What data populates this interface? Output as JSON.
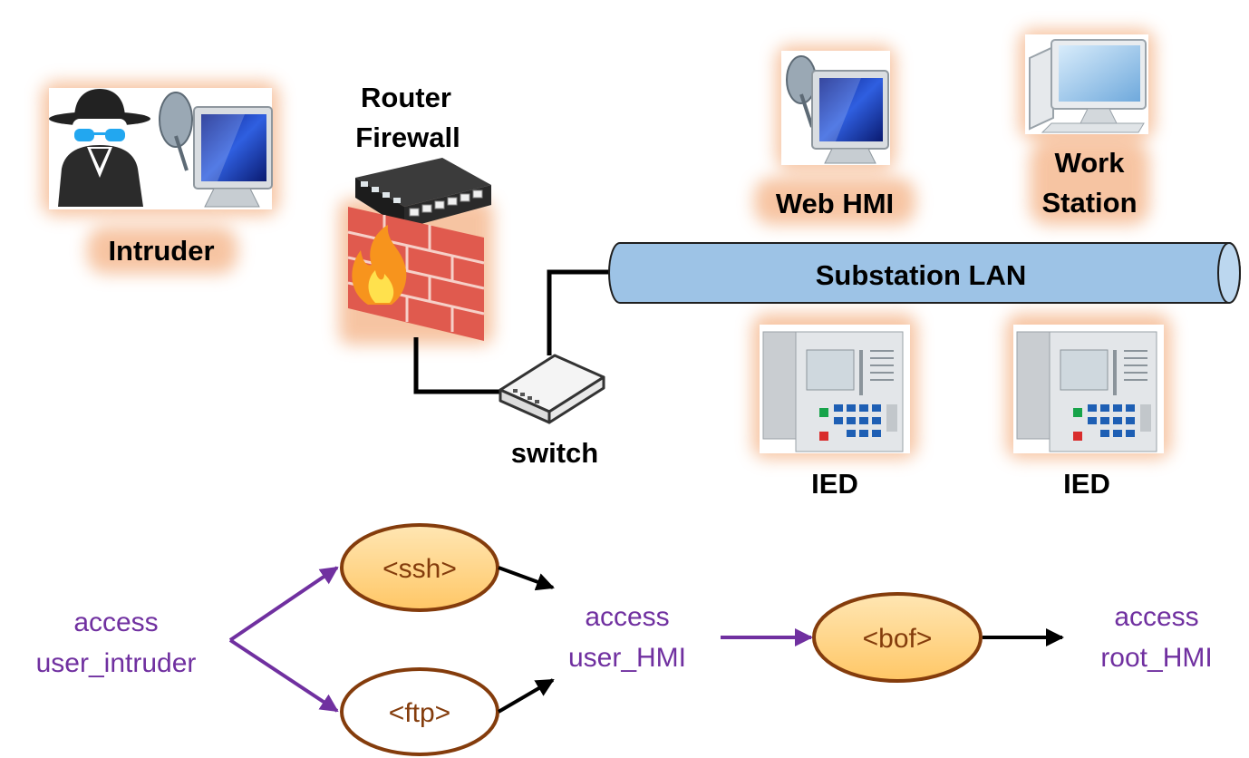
{
  "nodes": {
    "intruder": "Intruder",
    "router_line1": "Router",
    "router_line2": "Firewall",
    "switch": "switch",
    "web_hmi": "Web HMI",
    "workstation_line1": "Work",
    "workstation_line2": "Station",
    "lan": "Substation LAN",
    "ied1": "IED",
    "ied2": "IED"
  },
  "attack_graph": {
    "start_line1": "access",
    "start_line2": "user_intruder",
    "exploit_ssh": "<ssh>",
    "exploit_ftp": "<ftp>",
    "mid_line1": "access",
    "mid_line2": "user_HMI",
    "exploit_bof": "<bof>",
    "end_line1": "access",
    "end_line2": "root_HMI"
  },
  "colors": {
    "privilege_text": "#7030a0",
    "exploit_text": "#843c0c",
    "exploit_fill": "#ffd27f",
    "exploit_stroke": "#843c0c",
    "lan_fill": "#9dc3e6",
    "glow": "#f4b183"
  }
}
